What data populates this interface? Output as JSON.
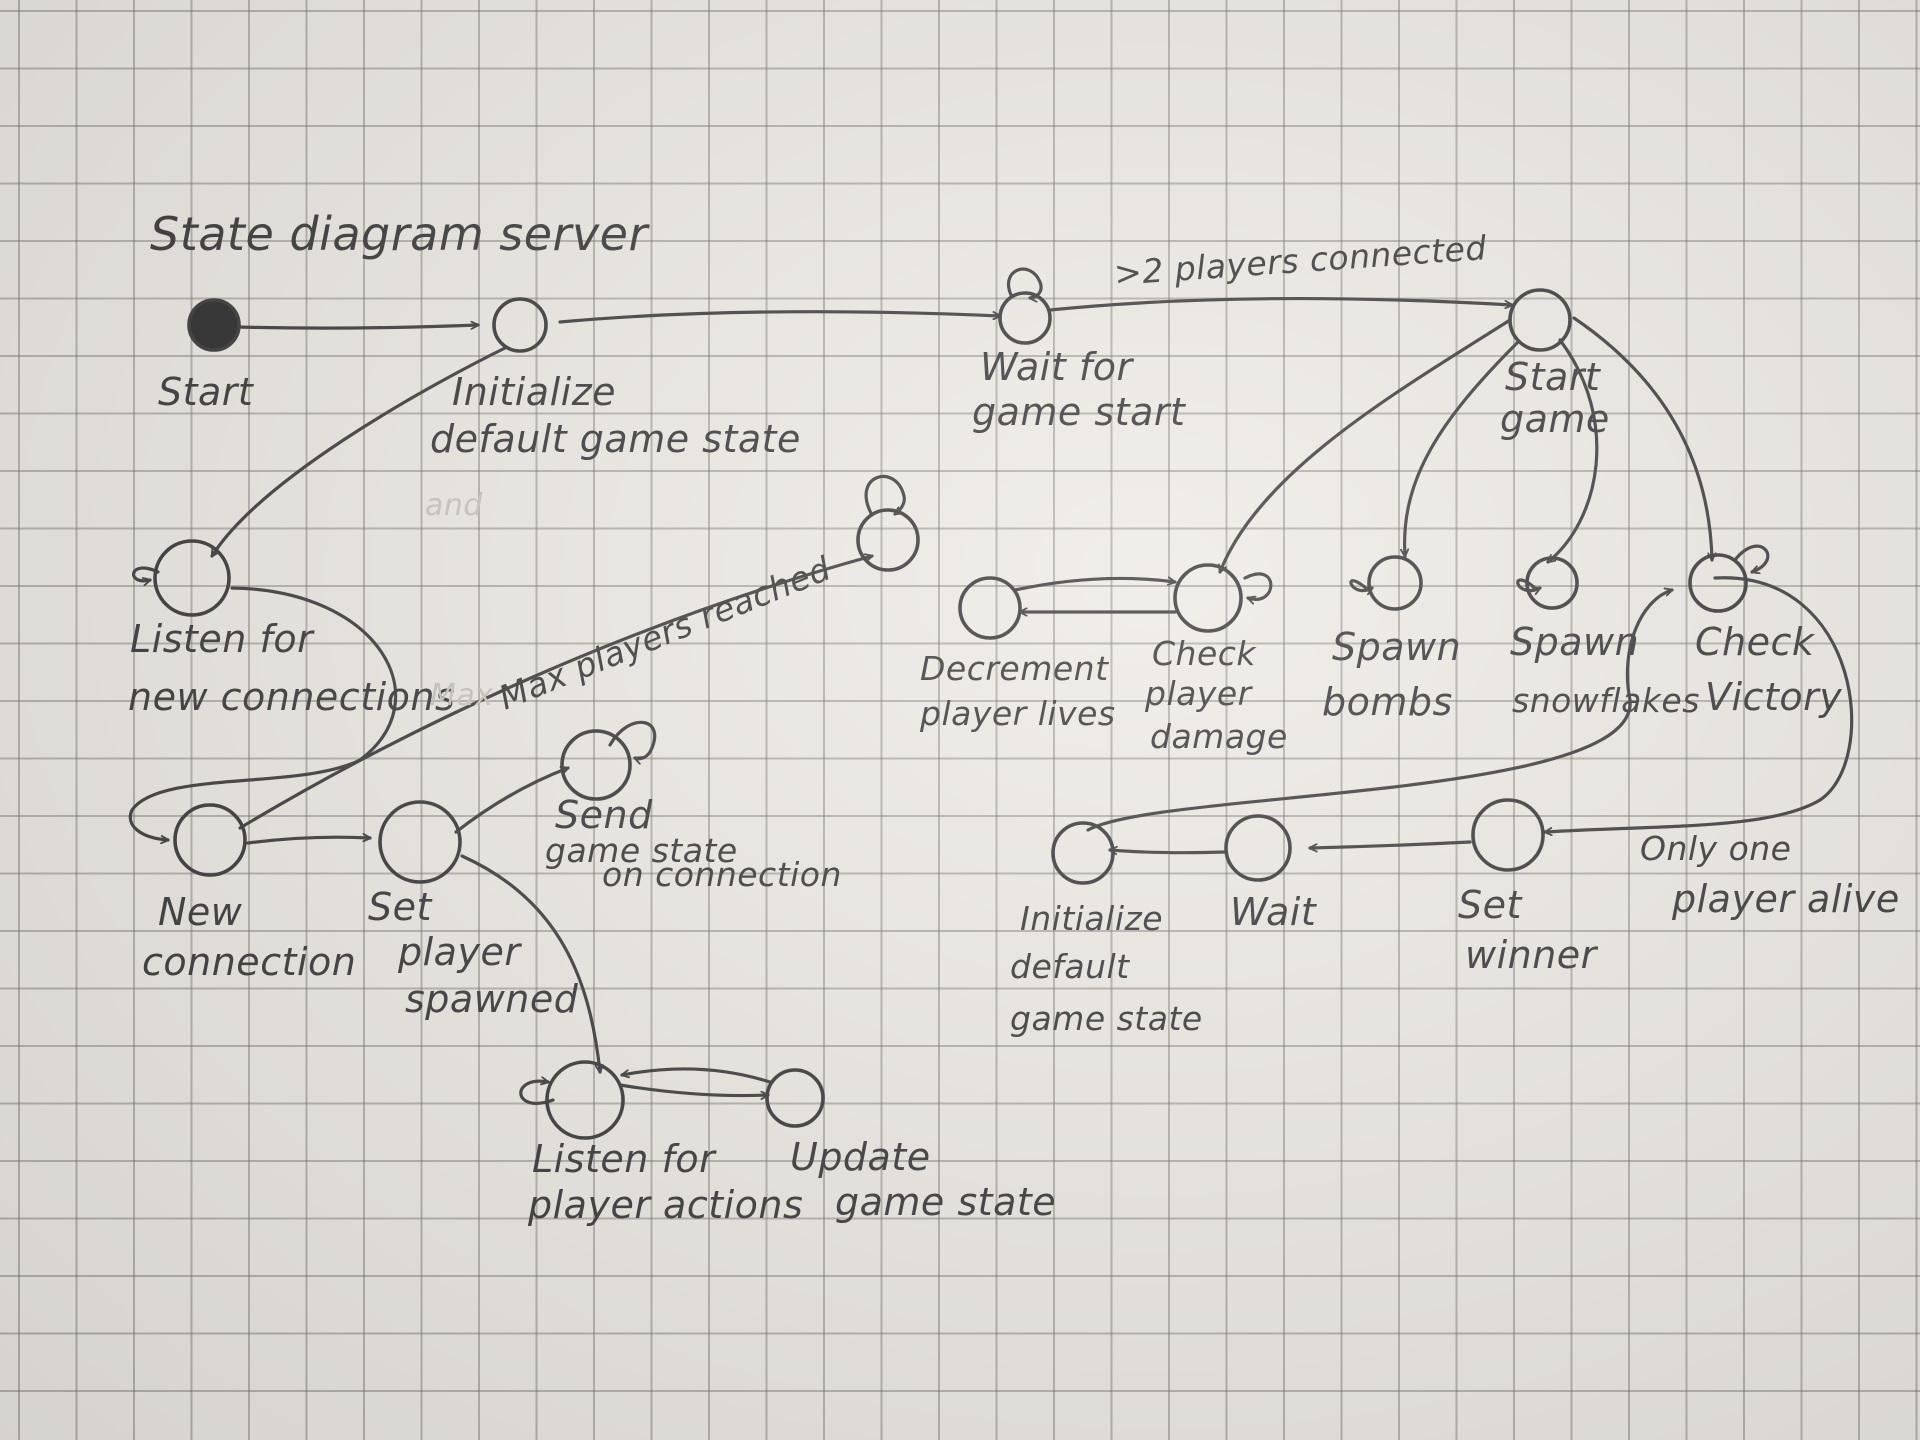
{
  "title": "State diagram server",
  "start_label": "Start",
  "states": {
    "initialize": [
      "Initialize",
      "default game state"
    ],
    "wait_start": [
      "Wait for",
      "game start"
    ],
    "start_game": [
      "Start",
      "game"
    ],
    "listen_connections": [
      "Listen for",
      "new connections"
    ],
    "new_connection": [
      "New",
      "connection"
    ],
    "set_player_spawned": [
      "Set",
      "player",
      "spawned"
    ],
    "send_game_state": [
      "Send",
      "game state",
      "on connection"
    ],
    "listen_actions": [
      "Listen for",
      "player actions"
    ],
    "update_game_state": [
      "Update",
      "game state"
    ],
    "decrement_lives": [
      "Decrement",
      "player lives"
    ],
    "check_damage": [
      "Check",
      "player",
      "damage"
    ],
    "spawn_bombs": [
      "Spawn",
      "bombs"
    ],
    "spawn_snowflakes": [
      "Spawn",
      "snowflakes"
    ],
    "check_victory": [
      "Check",
      "Victory"
    ],
    "initialize_end": [
      "Initialize",
      "default",
      "game state"
    ],
    "wait": [
      "Wait"
    ],
    "set_winner": [
      "Set",
      "winner"
    ]
  },
  "transitions": {
    "players_connected": ">2 players connected",
    "max_players": "Max players reached",
    "one_alive": [
      "Only one",
      "player alive"
    ]
  },
  "strikethrough": {
    "and": "and",
    "max": "Max"
  }
}
